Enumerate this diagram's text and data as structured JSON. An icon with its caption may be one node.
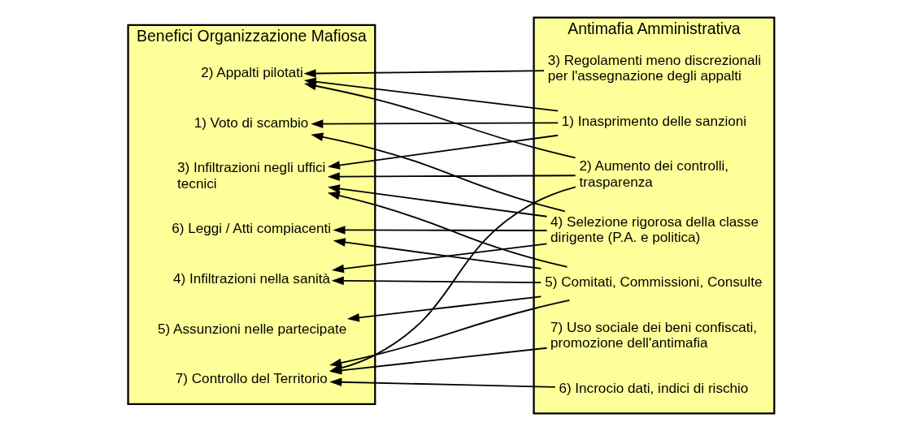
{
  "diagram": {
    "nodes": [
      {
        "text": [
          "Benefici Organizzazione Mafiosa"
        ]
      },
      {
        "text": [
          "1) Voto di scambio"
        ],
        "in": 0
      },
      {
        "text": [
          "2) Appalti pilotati"
        ],
        "in": 0
      },
      {
        "text": [
          "3) Infiltrazioni negli uffici tecnici"
        ],
        "in": 0
      },
      {
        "text": [
          "4) Infiltrazioni nella sanità"
        ],
        "in": 0
      },
      {
        "text": [
          "5) Assunzioni nelle partecipate"
        ],
        "in": 0
      },
      {
        "text": [
          "6) Leggi / Atti compiacenti"
        ],
        "in": 0
      },
      {
        "text": [
          "7) Controllo del Territorio"
        ],
        "in": 0
      },
      {
        "text": [
          "Antimafia Amministrativa"
        ]
      },
      {
        "text": [
          "1) Inasprimento delle sanzioni"
        ],
        "in": 8
      },
      {
        "text": [
          "2) Aumento dei controlli, trasparenza"
        ],
        "in": 8
      },
      {
        "text": [
          "3) Regolamenti meno discrezionali per l'assegnazione degli appalti"
        ],
        "in": 8
      },
      {
        "text": [
          "4) Selezione rigorosa della classe dirigente (P.A. e politica)"
        ],
        "in": 8
      },
      {
        "text": [
          "5) Comitati, Commissioni, Consulte"
        ],
        "in": 8
      },
      {
        "text": [
          "6) Incrocio dati, indici di rischio"
        ],
        "in": 8
      },
      {
        "text": [
          "7) Uso sociale dei beni confiscati, promozione dell'antimafia"
        ],
        "in": 8
      }
    ],
    "edges": [
      {
        "from": 9,
        "to": 1,
        "arrow": "to"
      },
      {
        "from": 9,
        "to": 2,
        "arrow": "to"
      },
      {
        "from": 9,
        "to": 3,
        "arrow": "to"
      },
      {
        "from": 10,
        "to": 2,
        "arrow": "to"
      },
      {
        "from": 10,
        "to": 3,
        "arrow": "to"
      },
      {
        "from": 10,
        "to": 7,
        "arrow": "to"
      },
      {
        "from": 11,
        "to": 2,
        "arrow": "to"
      },
      {
        "from": 12,
        "to": 1,
        "arrow": "to"
      },
      {
        "from": 12,
        "to": 3,
        "arrow": "to"
      },
      {
        "from": 12,
        "to": 4,
        "arrow": "to"
      },
      {
        "from": 12,
        "to": 6,
        "arrow": "to"
      },
      {
        "from": 13,
        "to": 3,
        "arrow": "to"
      },
      {
        "from": 13,
        "to": 4,
        "arrow": "to"
      },
      {
        "from": 13,
        "to": 5,
        "arrow": "to"
      },
      {
        "from": 13,
        "to": 6,
        "arrow": "to"
      },
      {
        "from": 13,
        "to": 7,
        "arrow": "to"
      },
      {
        "from": 14,
        "to": 7,
        "arrow": "to"
      },
      {
        "from": 15,
        "to": 7,
        "arrow": "to"
      }
    ]
  }
}
